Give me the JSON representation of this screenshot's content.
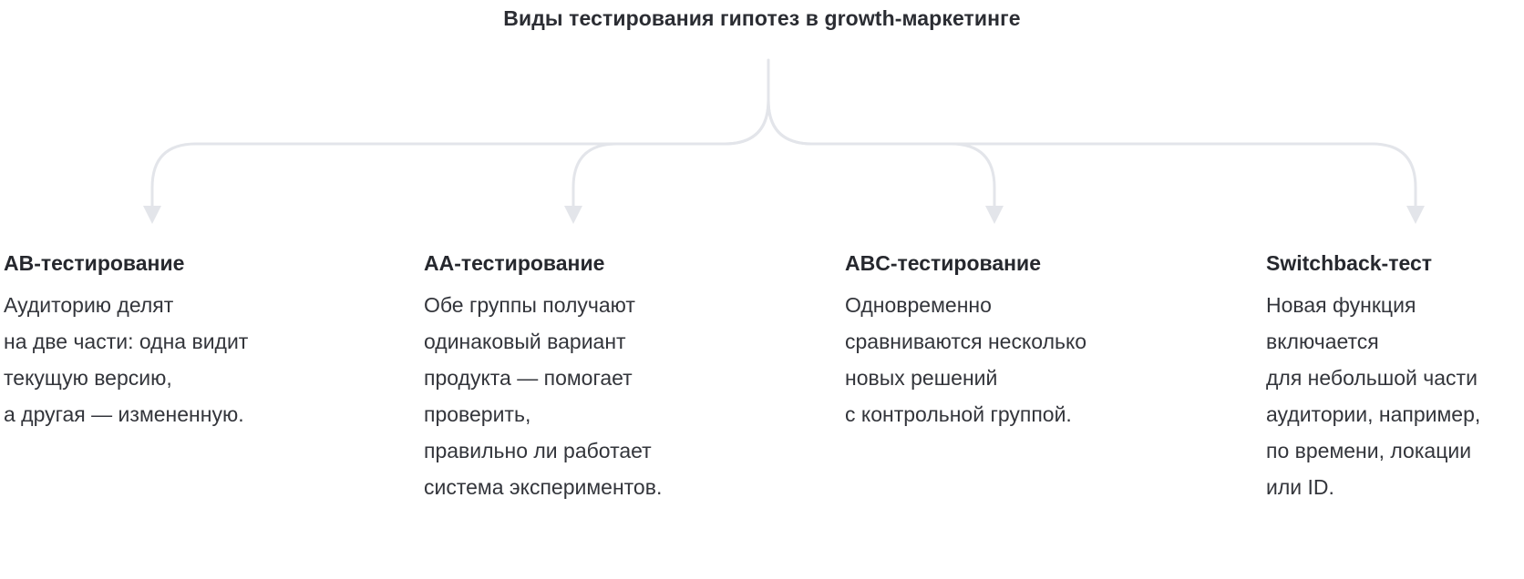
{
  "diagram": {
    "title": "Виды тестирования гипотез в growth-маркетинге",
    "line_color": "#e3e5ea",
    "items": [
      {
        "title": "AB-тестирование",
        "lines": [
          "Аудиторию делят",
          "на две части: одна видит",
          "текущую версию,",
          "а другая — измененную."
        ]
      },
      {
        "title": "AA-тестирование",
        "lines": [
          "Обе группы получают",
          "одинаковый вариант",
          "продукта — помогает",
          "проверить,",
          "правильно ли работает",
          "система экспериментов."
        ]
      },
      {
        "title": "ABC-тестирование",
        "lines": [
          "Одновременно",
          "сравниваются несколько",
          "новых решений",
          "с контрольной группой."
        ]
      },
      {
        "title": "Switchback-тест",
        "lines": [
          "Новая функция",
          "включается",
          "для небольшой части",
          "аудитории, например,",
          "по времени, локации",
          "или ID."
        ]
      }
    ]
  }
}
